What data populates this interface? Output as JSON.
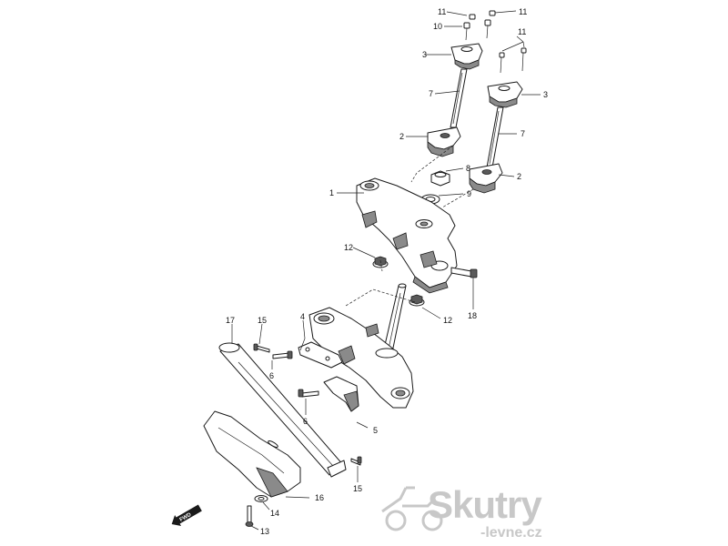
{
  "callouts": [
    {
      "id": "c11a",
      "text": "11"
    },
    {
      "id": "c11b",
      "text": "11"
    },
    {
      "id": "c10",
      "text": "10"
    },
    {
      "id": "c11c",
      "text": "11"
    },
    {
      "id": "c3a",
      "text": "3"
    },
    {
      "id": "c3b",
      "text": "3"
    },
    {
      "id": "c7a",
      "text": "7"
    },
    {
      "id": "c7b",
      "text": "7"
    },
    {
      "id": "c2a",
      "text": "2"
    },
    {
      "id": "c2b",
      "text": "2"
    },
    {
      "id": "c8",
      "text": "8"
    },
    {
      "id": "c9",
      "text": "9"
    },
    {
      "id": "c1",
      "text": "1"
    },
    {
      "id": "c12a",
      "text": "12"
    },
    {
      "id": "c12b",
      "text": "12"
    },
    {
      "id": "c18",
      "text": "18"
    },
    {
      "id": "c17",
      "text": "17"
    },
    {
      "id": "c15a",
      "text": "15"
    },
    {
      "id": "c4",
      "text": "4"
    },
    {
      "id": "c6a",
      "text": "6"
    },
    {
      "id": "c6b",
      "text": "6"
    },
    {
      "id": "c5",
      "text": "5"
    },
    {
      "id": "c15b",
      "text": "15"
    },
    {
      "id": "c16",
      "text": "16"
    },
    {
      "id": "c14",
      "text": "14"
    },
    {
      "id": "c13",
      "text": "13"
    }
  ],
  "fwd_marker": {
    "text": "FWD"
  },
  "watermark": {
    "brand": "Skutry",
    "subtitle": "-levne.cz",
    "color": "#c8c8c8"
  },
  "colors": {
    "line": "#1a1a1a",
    "shade": "#8a8a8a",
    "background": "#ffffff"
  }
}
